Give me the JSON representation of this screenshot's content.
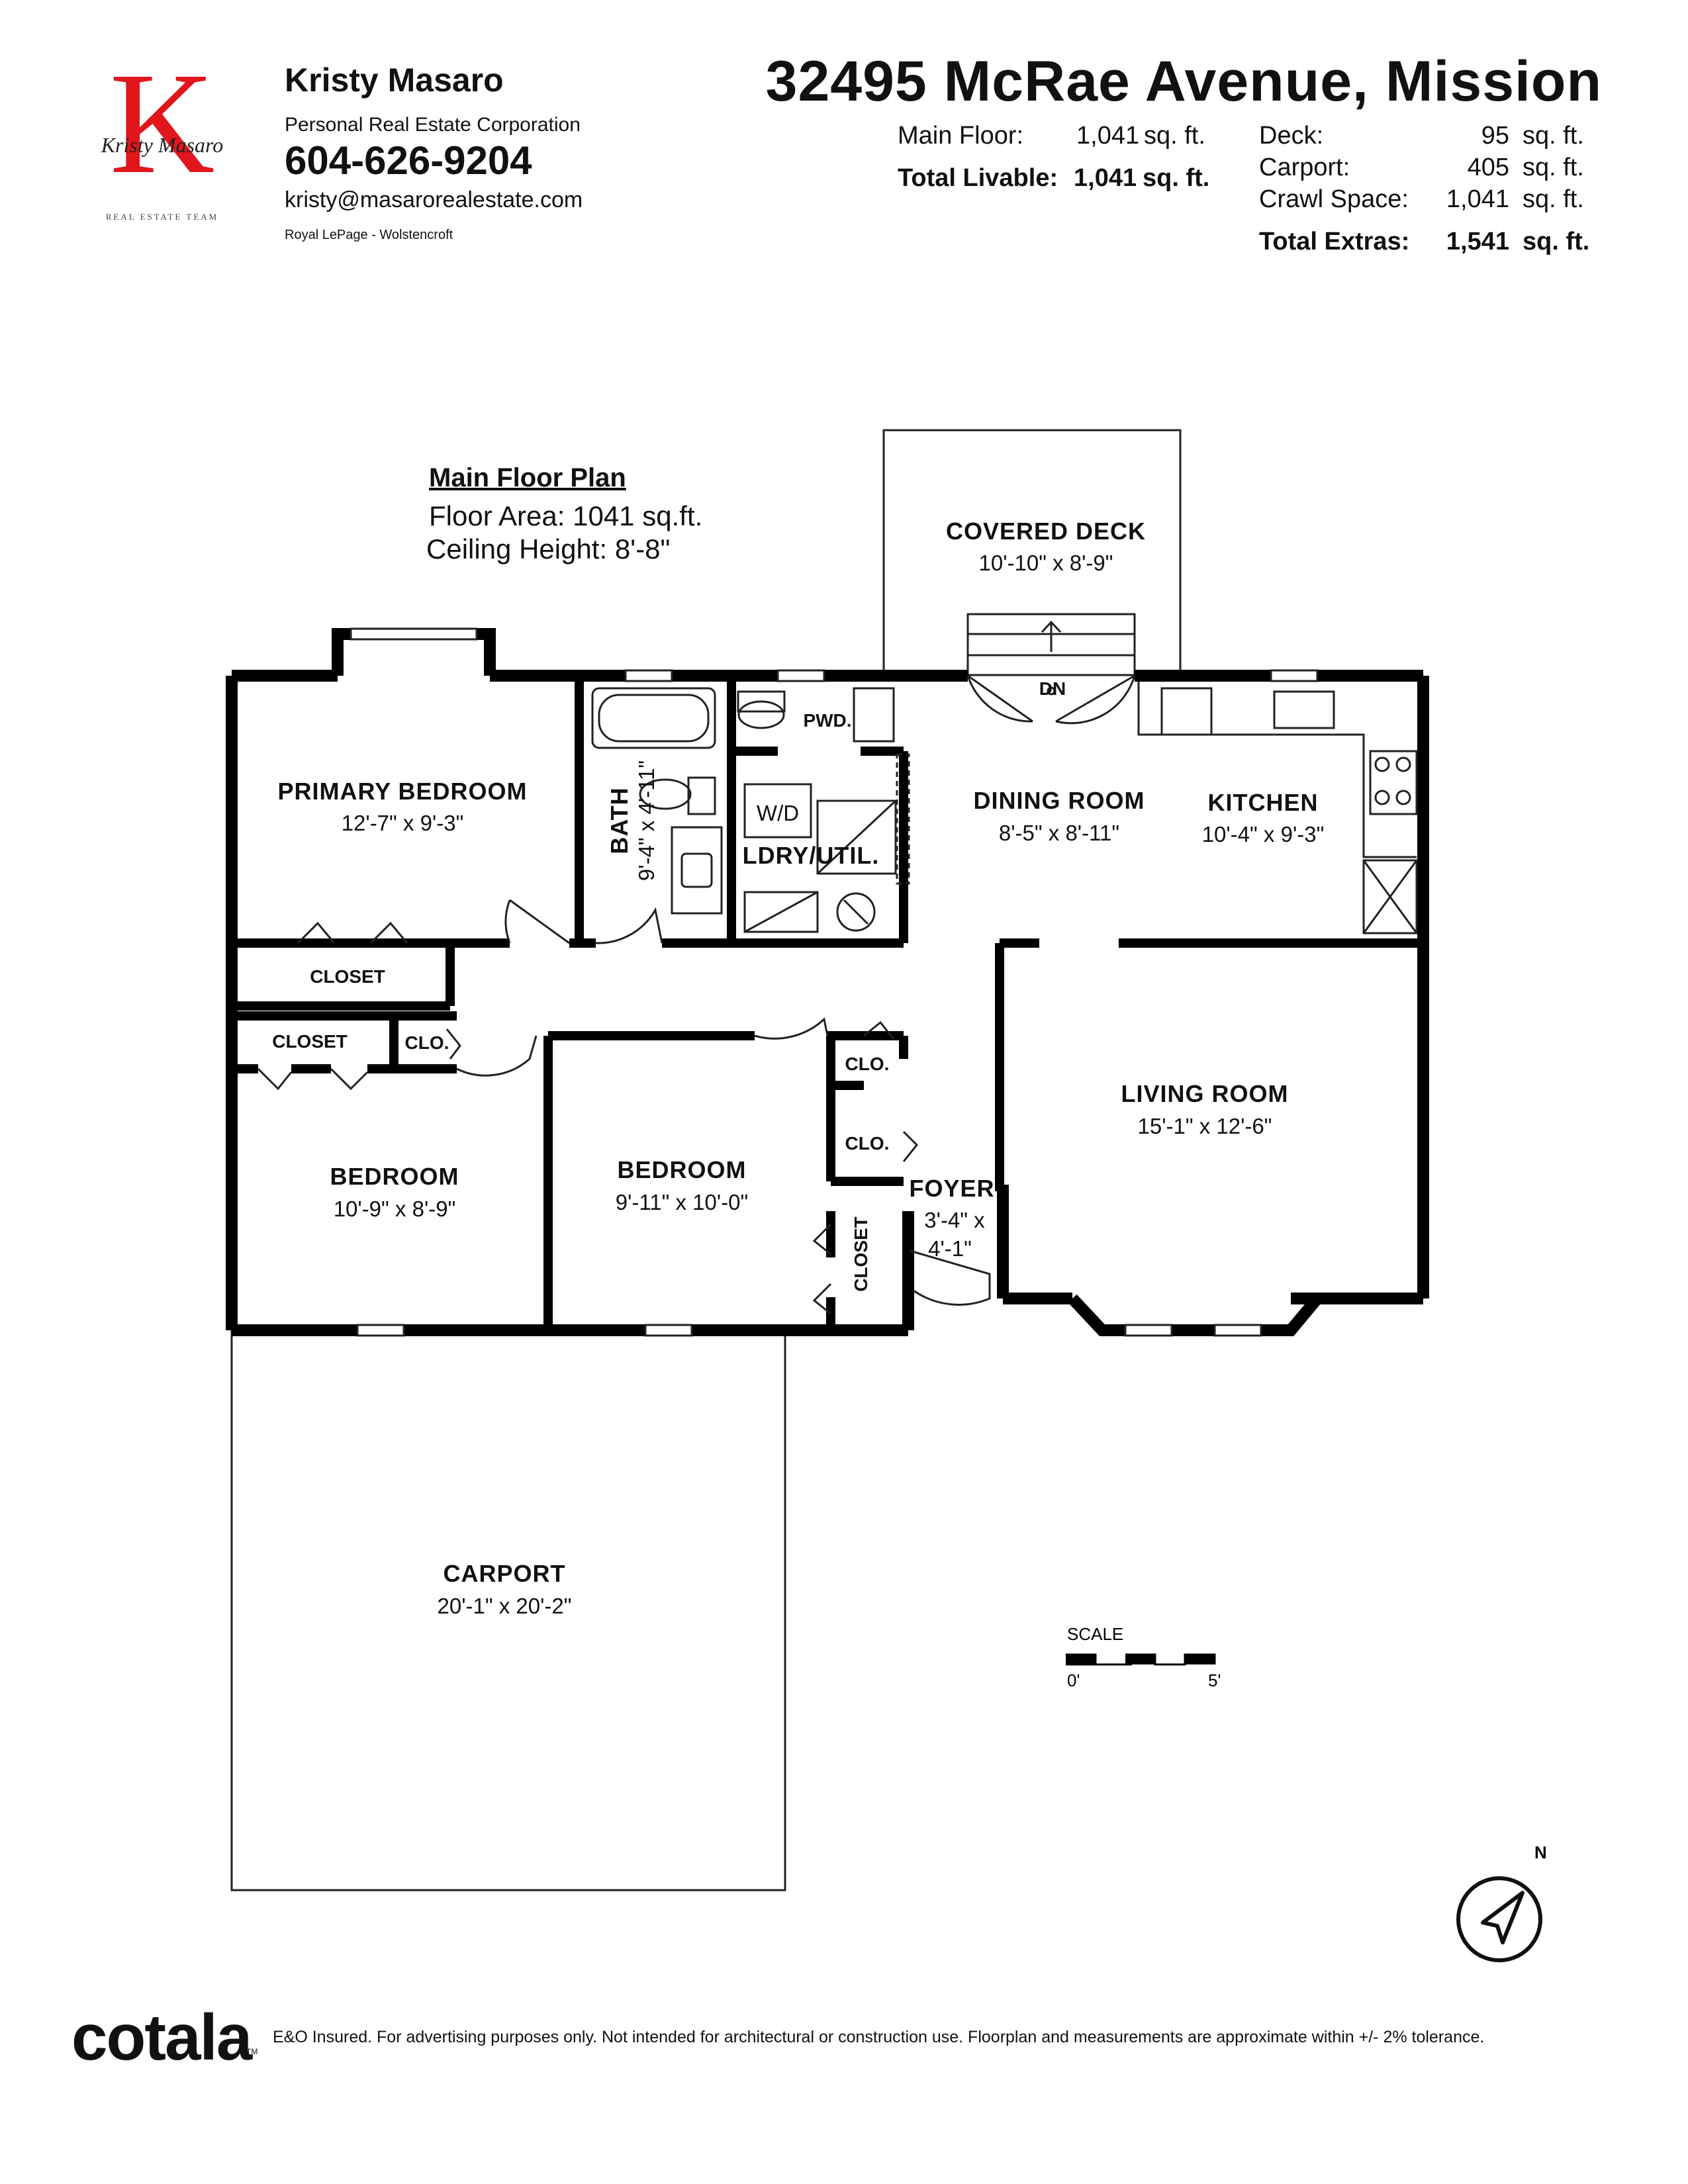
{
  "agent": {
    "logo_text": "Kristy Masaro",
    "logo_tagline": "REAL ESTATE TEAM",
    "name": "Kristy Masaro",
    "corporation": "Personal Real Estate Corporation",
    "phone": "604-626-9204",
    "email": "kristy@masarorealestate.com",
    "brokerage": "Royal LePage - Wolstencroft"
  },
  "property": {
    "address": "32495 McRae Avenue, Mission",
    "main_floor_label": "Main Floor:",
    "main_floor_value": "1,041",
    "total_livable_label": "Total Livable:",
    "total_livable_value": "1,041",
    "unit": "sq. ft.",
    "deck_label": "Deck:",
    "deck_value": "95",
    "carport_label": "Carport:",
    "carport_value": "405",
    "crawl_label": "Crawl Space:",
    "crawl_value": "1,041",
    "total_extras_label": "Total Extras:",
    "total_extras_value": "1,541"
  },
  "plan_info": {
    "title": "Main Floor Plan",
    "floor_area": "Floor Area: 1041 sq.ft.",
    "ceiling_height": "Ceiling Height: 8'-8\""
  },
  "rooms": {
    "covered_deck": {
      "name": "COVERED DECK",
      "dims": "10'-10\" x  8'-9\""
    },
    "primary_bedroom": {
      "name": "PRIMARY BEDROOM",
      "dims": "12'-7\" x  9'-3\""
    },
    "bath": {
      "name": "BATH",
      "dims": "9'-4\" x 4'-11\""
    },
    "pwd": {
      "name": "PWD."
    },
    "wd": {
      "name": "W/D"
    },
    "laundry": {
      "name": "LDRY/UTIL."
    },
    "dining": {
      "name": "DINING ROOM",
      "dims": "8'-5\" x 8'-11\""
    },
    "kitchen": {
      "name": "KITCHEN",
      "dims": "10'-4\" x  9'-3\""
    },
    "closet_1": {
      "name": "CLOSET"
    },
    "closet_2": {
      "name": "CLOSET"
    },
    "clo_1": {
      "name": "CLO."
    },
    "clo_2": {
      "name": "CLO."
    },
    "clo_3": {
      "name": "CLO."
    },
    "closet_3": {
      "name": "CLOSET"
    },
    "bedroom_1": {
      "name": "BEDROOM",
      "dims": "10'-9\" x  8'-9\""
    },
    "bedroom_2": {
      "name": "BEDROOM",
      "dims": "9'-11\" x 10'-0\""
    },
    "foyer": {
      "name": "FOYER",
      "dims_1": "3'-4\" x",
      "dims_2": "4'-1\""
    },
    "living": {
      "name": "LIVING ROOM",
      "dims": "15'-1\" x 12'-6\""
    },
    "carport": {
      "name": "CARPORT",
      "dims": "20'-1\" x 20'-2\""
    },
    "stair_label": "DN"
  },
  "scale": {
    "label": "SCALE",
    "start": "0'",
    "end": "5'"
  },
  "compass": {
    "label": "N"
  },
  "footer": {
    "brand": "cotala",
    "trademark": "TM",
    "disclaimer": "E&O Insured. For advertising purposes only. Not intended for architectural or construction use. Floorplan and measurements are approximate within +/- 2% tolerance."
  },
  "colors": {
    "logo_accent": "#e0161c",
    "walls": "#000000"
  }
}
